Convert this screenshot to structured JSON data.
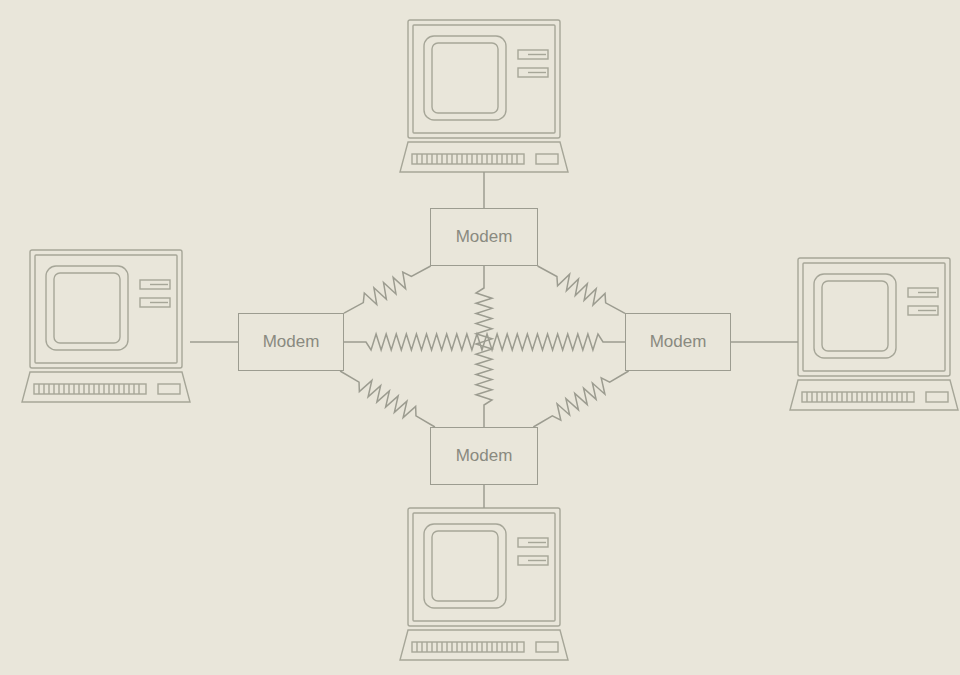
{
  "diagram": {
    "nodes": [
      {
        "text": [
          "Modem"
        ]
      },
      {
        "text": [
          "Modem"
        ]
      },
      {
        "text": [
          "Modem"
        ]
      },
      {
        "text": [
          "Modem"
        ]
      }
    ],
    "edges": [
      {
        "from": 0,
        "to": 1,
        "arrow": "none"
      },
      {
        "from": 0,
        "to": 2,
        "arrow": "none"
      },
      {
        "from": 1,
        "to": 2,
        "arrow": "none"
      },
      {
        "from": 0,
        "to": 3,
        "arrow": "none"
      },
      {
        "from": 1,
        "to": 3,
        "arrow": "none"
      },
      {
        "from": 2,
        "to": 3,
        "arrow": "none"
      }
    ]
  }
}
